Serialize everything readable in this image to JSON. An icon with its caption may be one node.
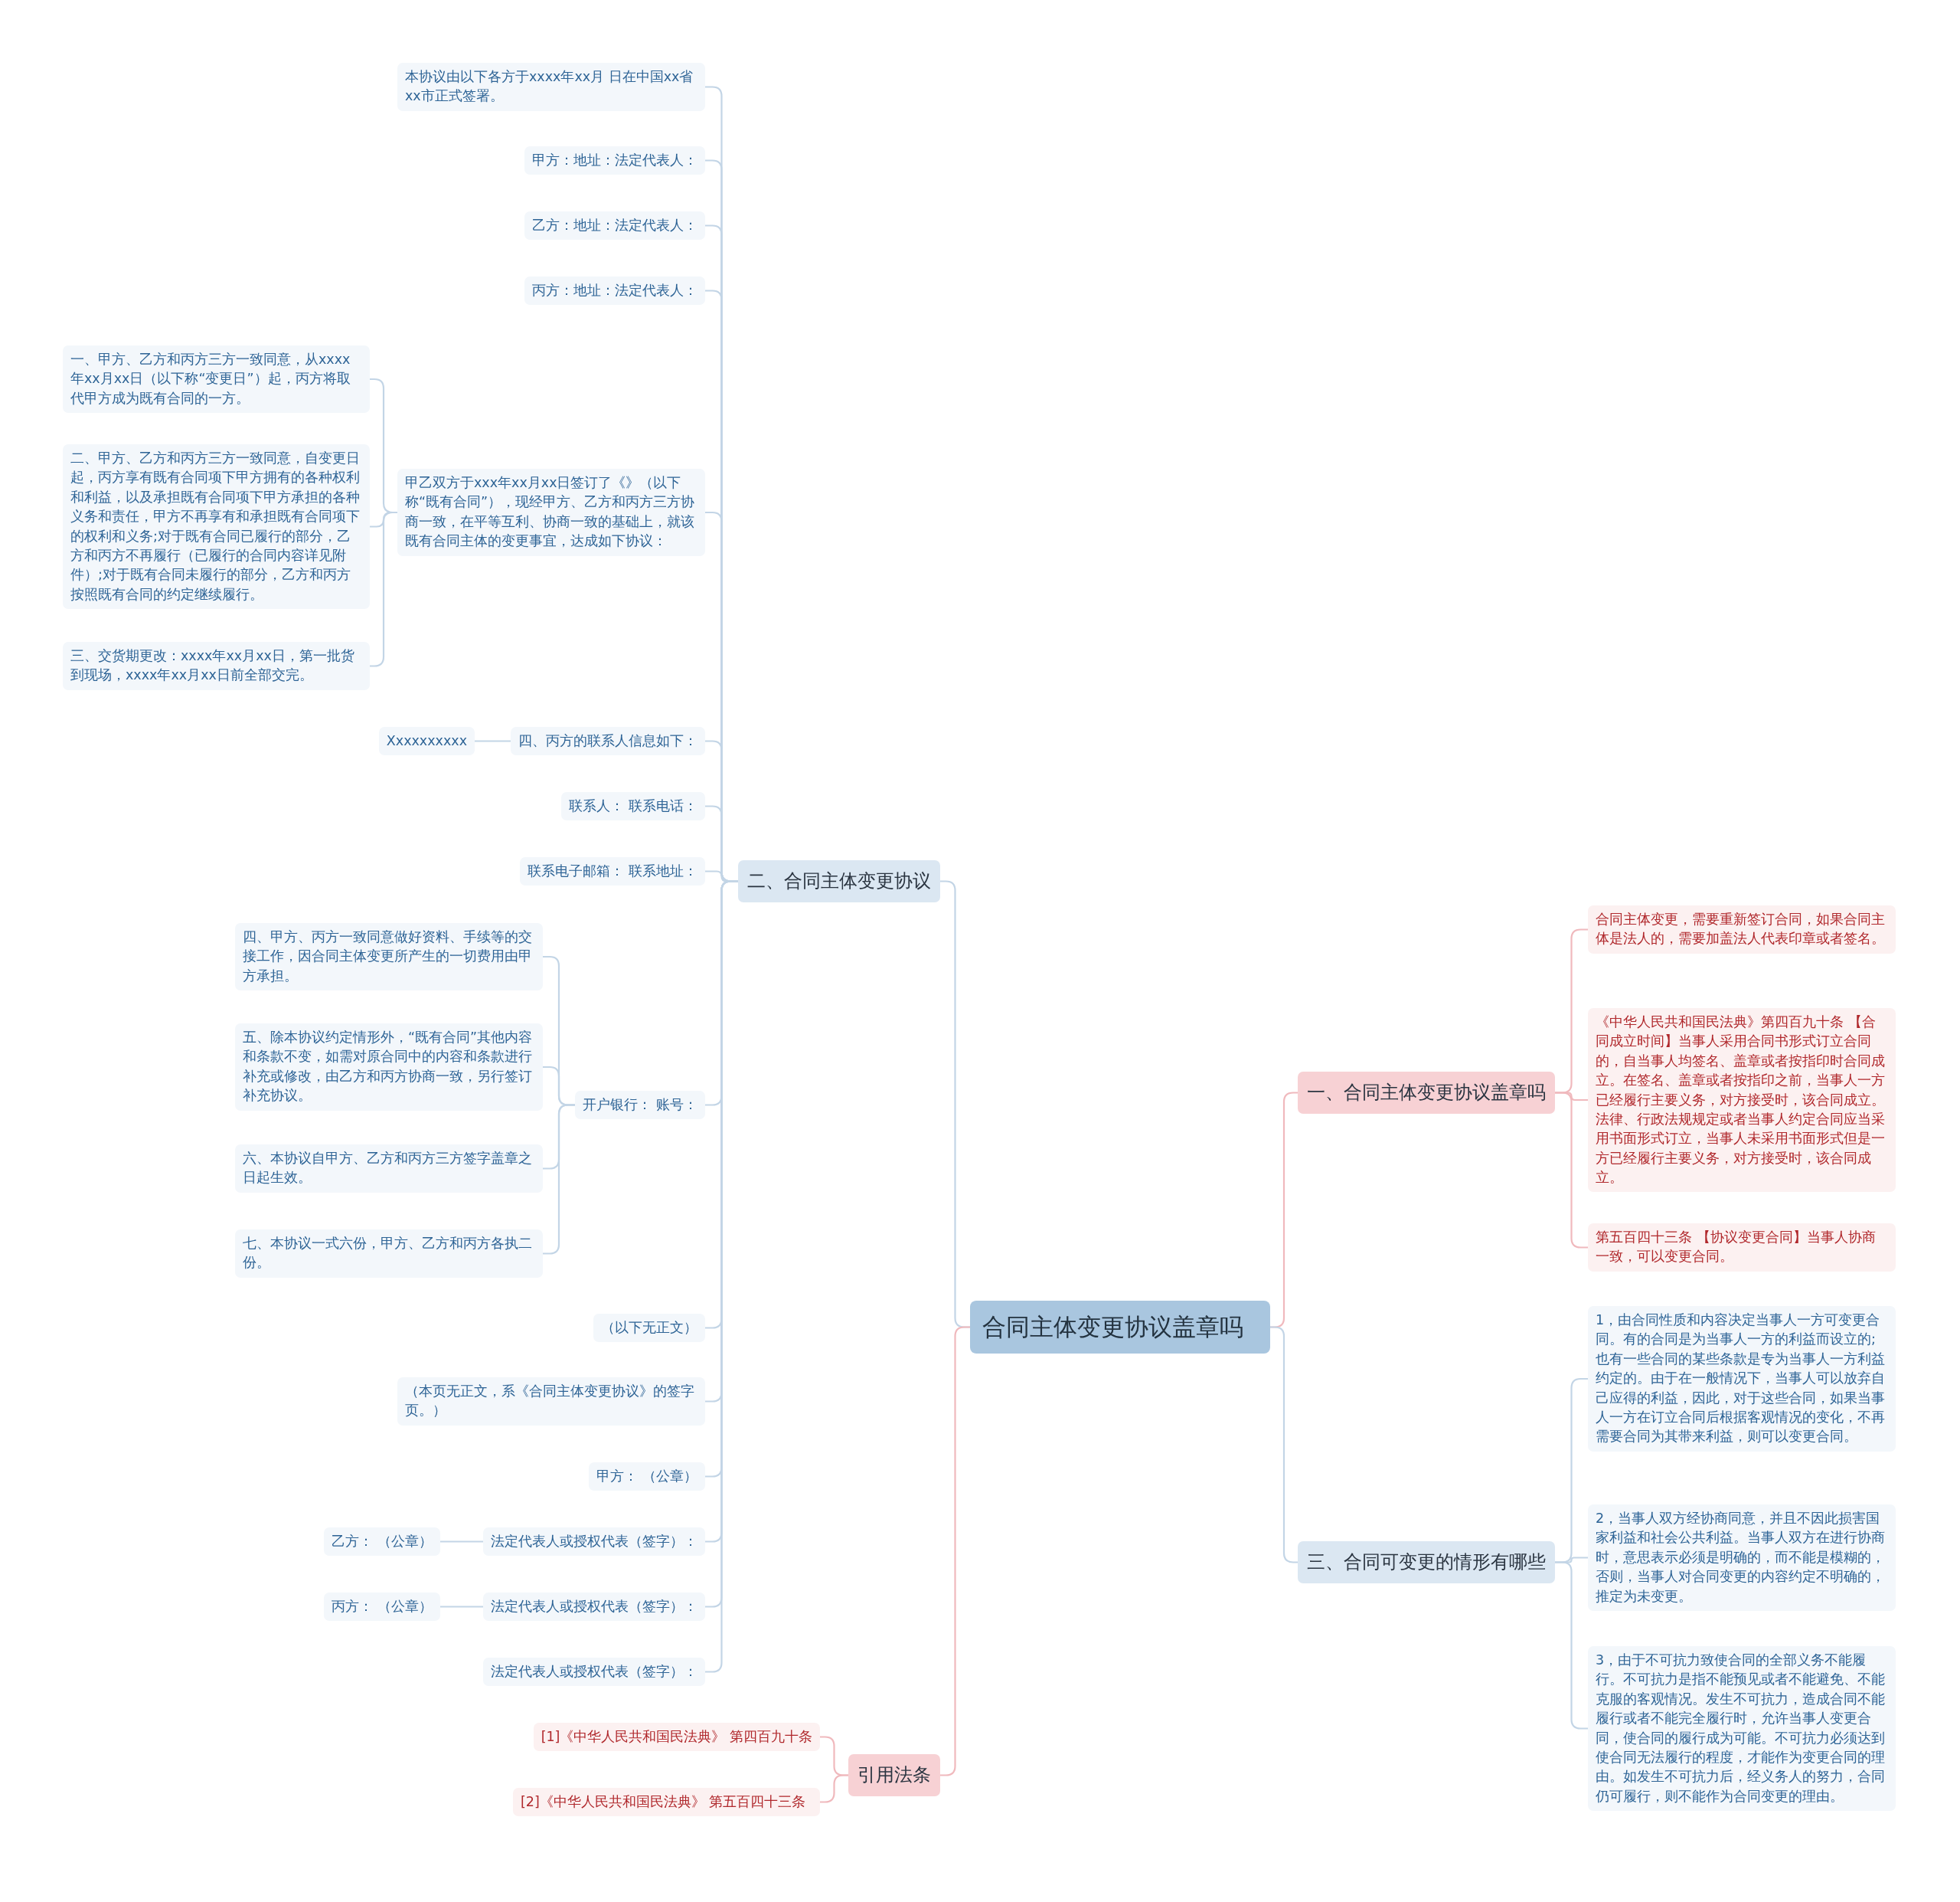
{
  "diagram": {
    "nodes": [
      {
        "text": [
          "合同主体变更协议盖章吗"
        ]
      },
      {
        "text": [
          "二、合同主体变更协议"
        ]
      },
      {
        "text": [
          "本协议由以下各方于xxxx年xx月 日在中国xx省xx市正式签署。"
        ]
      },
      {
        "text": [
          "甲方：地址：法定代表人："
        ]
      },
      {
        "text": [
          "乙方：地址：法定代表人："
        ]
      },
      {
        "text": [
          "丙方：地址：法定代表人："
        ]
      },
      {
        "text": [
          "甲乙双方于xxx年xx月xx日签订了《》（以下称“既有合同”），现经甲方、乙方和丙方三方协商一致，在平等互利、协商一致的基础上，就该既有合同主体的变更事宜，达成如下协议："
        ]
      },
      {
        "text": [
          "一、甲方、乙方和丙方三方一致同意，从xxxx年xx月xx日（以下称“变更日”）起，丙方将取代甲方成为既有合同的一方。"
        ]
      },
      {
        "text": [
          "二、甲方、乙方和丙方三方一致同意，自变更日起，丙方享有既有合同项下甲方拥有的各种权利和利益，以及承担既有合同项下甲方承担的各种义务和责任，甲方不再享有和承担既有合同项下的权利和义务;对于既有合同已履行的部分，乙方和丙方不再履行（已履行的合同内容详见附件）;对于既有合同未履行的部分，乙方和丙方按照既有合同的约定继续履行。"
        ]
      },
      {
        "text": [
          "三、交货期更改：xxxx年xx月xx日，第一批货到现场，xxxx年xx月xx日前全部交完。"
        ]
      },
      {
        "text": [
          "四、丙方的联系人信息如下："
        ]
      },
      {
        "text": [
          "Xxxxxxxxxx"
        ]
      },
      {
        "text": [
          "联系人： 联系电话："
        ]
      },
      {
        "text": [
          "联系电子邮箱： 联系地址："
        ]
      },
      {
        "text": [
          "开户银行： 账号："
        ]
      },
      {
        "text": [
          "四、甲方、丙方一致同意做好资料、手续等的交接工作，因合同主体变更所产生的一切费用由甲方承担。"
        ]
      },
      {
        "text": [
          "五、除本协议约定情形外，“既有合同”其他内容和条款不变，如需对原合同中的内容和条款进行补充或修改，由乙方和丙方协商一致，另行签订补充协议。"
        ]
      },
      {
        "text": [
          "六、本协议自甲方、乙方和丙方三方签字盖章之日起生效。"
        ]
      },
      {
        "text": [
          "七、本协议一式六份，甲方、乙方和丙方各执二份。"
        ]
      },
      {
        "text": [
          "（以下无正文）"
        ]
      },
      {
        "text": [
          "（本页无正文，系《合同主体变更协议》的签字页。）"
        ]
      },
      {
        "text": [
          "甲方： （公章）"
        ]
      },
      {
        "text": [
          "法定代表人或授权代表（签字）："
        ]
      },
      {
        "text": [
          "乙方： （公章）"
        ]
      },
      {
        "text": [
          "法定代表人或授权代表（签字）："
        ]
      },
      {
        "text": [
          "丙方： （公章）"
        ]
      },
      {
        "text": [
          "法定代表人或授权代表（签字）："
        ]
      },
      {
        "text": [
          "引用法条"
        ]
      },
      {
        "text": [
          "[1]《中华人民共和国民法典》 第四百九十条"
        ]
      },
      {
        "text": [
          "[2]《中华人民共和国民法典》 第五百四十三条"
        ]
      },
      {
        "text": [
          "一、合同主体变更协议盖章吗"
        ]
      },
      {
        "text": [
          "合同主体变更，需要重新签订合同，如果合同主体是法人的，需要加盖法人代表印章或者签名。"
        ]
      },
      {
        "text": [
          "《中华人民共和国民法典》第四百九十条 【合同成立时间】当事人采用合同书形式订立合同的，自当事人均签名、盖章或者按指印时合同成立。在签名、盖章或者按指印之前，当事人一方已经履行主要义务，对方接受时，该合同成立。法律、行政法规规定或者当事人约定合同应当采用书面形式订立，当事人未采用书面形式但是一方已经履行主要义务，对方接受时，该合同成立。"
        ]
      },
      {
        "text": [
          "第五百四十三条 【协议变更合同】当事人协商一致，可以变更合同。"
        ]
      },
      {
        "text": [
          "三、合同可变更的情形有哪些"
        ]
      },
      {
        "text": [
          "1，由合同性质和内容决定当事人一方可变更合同。有的合同是为当事人一方的利益而设立的;也有一些合同的某些条款是专为当事人一方利益约定的。由于在一般情况下，当事人可以放弃自己应得的利益，因此，对于这些合同，如果当事人一方在订立合同后根据客观情况的变化，不再需要合同为其带来利益，则可以变更合同。"
        ]
      },
      {
        "text": [
          "2，当事人双方经协商同意，并且不因此损害国家利益和社会公共利益。当事人双方在进行协商时，意思表示必须是明确的，而不能是模糊的，否则，当事人对合同变更的内容约定不明确的，推定为未变更。"
        ]
      },
      {
        "text": [
          "3，由于不可抗力致使合同的全部义务不能履行。不可抗力是指不能预见或者不能避免、不能克服的客观情况。发生不可抗力，造成合同不能履行或者不能完全履行时，允许当事人变更合同，使合同的履行成为可能。不可抗力必须达到使合同无法履行的程度，才能作为变更合同的理由。如发生不可抗力后，经义务人的努力，合同仍可履行，则不能作为合同变更的理由。"
        ]
      }
    ],
    "edges": [
      {
        "from": 0,
        "to": 1,
        "arrow": "none"
      },
      {
        "from": 1,
        "to": 2,
        "arrow": "none"
      },
      {
        "from": 1,
        "to": 3,
        "arrow": "none"
      },
      {
        "from": 1,
        "to": 4,
        "arrow": "none"
      },
      {
        "from": 1,
        "to": 5,
        "arrow": "none"
      },
      {
        "from": 1,
        "to": 6,
        "arrow": "none"
      },
      {
        "from": 6,
        "to": 7,
        "arrow": "none"
      },
      {
        "from": 6,
        "to": 8,
        "arrow": "none"
      },
      {
        "from": 6,
        "to": 9,
        "arrow": "none"
      },
      {
        "from": 1,
        "to": 10,
        "arrow": "none"
      },
      {
        "from": 10,
        "to": 11,
        "arrow": "none"
      },
      {
        "from": 1,
        "to": 12,
        "arrow": "none"
      },
      {
        "from": 1,
        "to": 13,
        "arrow": "none"
      },
      {
        "from": 1,
        "to": 14,
        "arrow": "none"
      },
      {
        "from": 14,
        "to": 15,
        "arrow": "none"
      },
      {
        "from": 14,
        "to": 16,
        "arrow": "none"
      },
      {
        "from": 14,
        "to": 17,
        "arrow": "none"
      },
      {
        "from": 14,
        "to": 18,
        "arrow": "none"
      },
      {
        "from": 1,
        "to": 19,
        "arrow": "none"
      },
      {
        "from": 1,
        "to": 20,
        "arrow": "none"
      },
      {
        "from": 1,
        "to": 21,
        "arrow": "none"
      },
      {
        "from": 1,
        "to": 22,
        "arrow": "none"
      },
      {
        "from": 22,
        "to": 23,
        "arrow": "none"
      },
      {
        "from": 1,
        "to": 24,
        "arrow": "none"
      },
      {
        "from": 24,
        "to": 25,
        "arrow": "none"
      },
      {
        "from": 1,
        "to": 26,
        "arrow": "none"
      },
      {
        "from": 0,
        "to": 27,
        "arrow": "none",
        "color": "#f0b9bd"
      },
      {
        "from": 27,
        "to": 28,
        "arrow": "none",
        "color": "#f0b9bd"
      },
      {
        "from": 27,
        "to": 29,
        "arrow": "none",
        "color": "#f0b9bd"
      },
      {
        "from": 0,
        "to": 30,
        "arrow": "none",
        "color": "#f0b9bd"
      },
      {
        "from": 30,
        "to": 31,
        "arrow": "none",
        "color": "#f0b9bd"
      },
      {
        "from": 30,
        "to": 32,
        "arrow": "none",
        "color": "#f0b9bd"
      },
      {
        "from": 30,
        "to": 33,
        "arrow": "none",
        "color": "#f0b9bd"
      },
      {
        "from": 0,
        "to": 34,
        "arrow": "none"
      },
      {
        "from": 34,
        "to": 35,
        "arrow": "none"
      },
      {
        "from": 34,
        "to": 36,
        "arrow": "none"
      },
      {
        "from": 34,
        "to": 37,
        "arrow": "none"
      }
    ]
  }
}
